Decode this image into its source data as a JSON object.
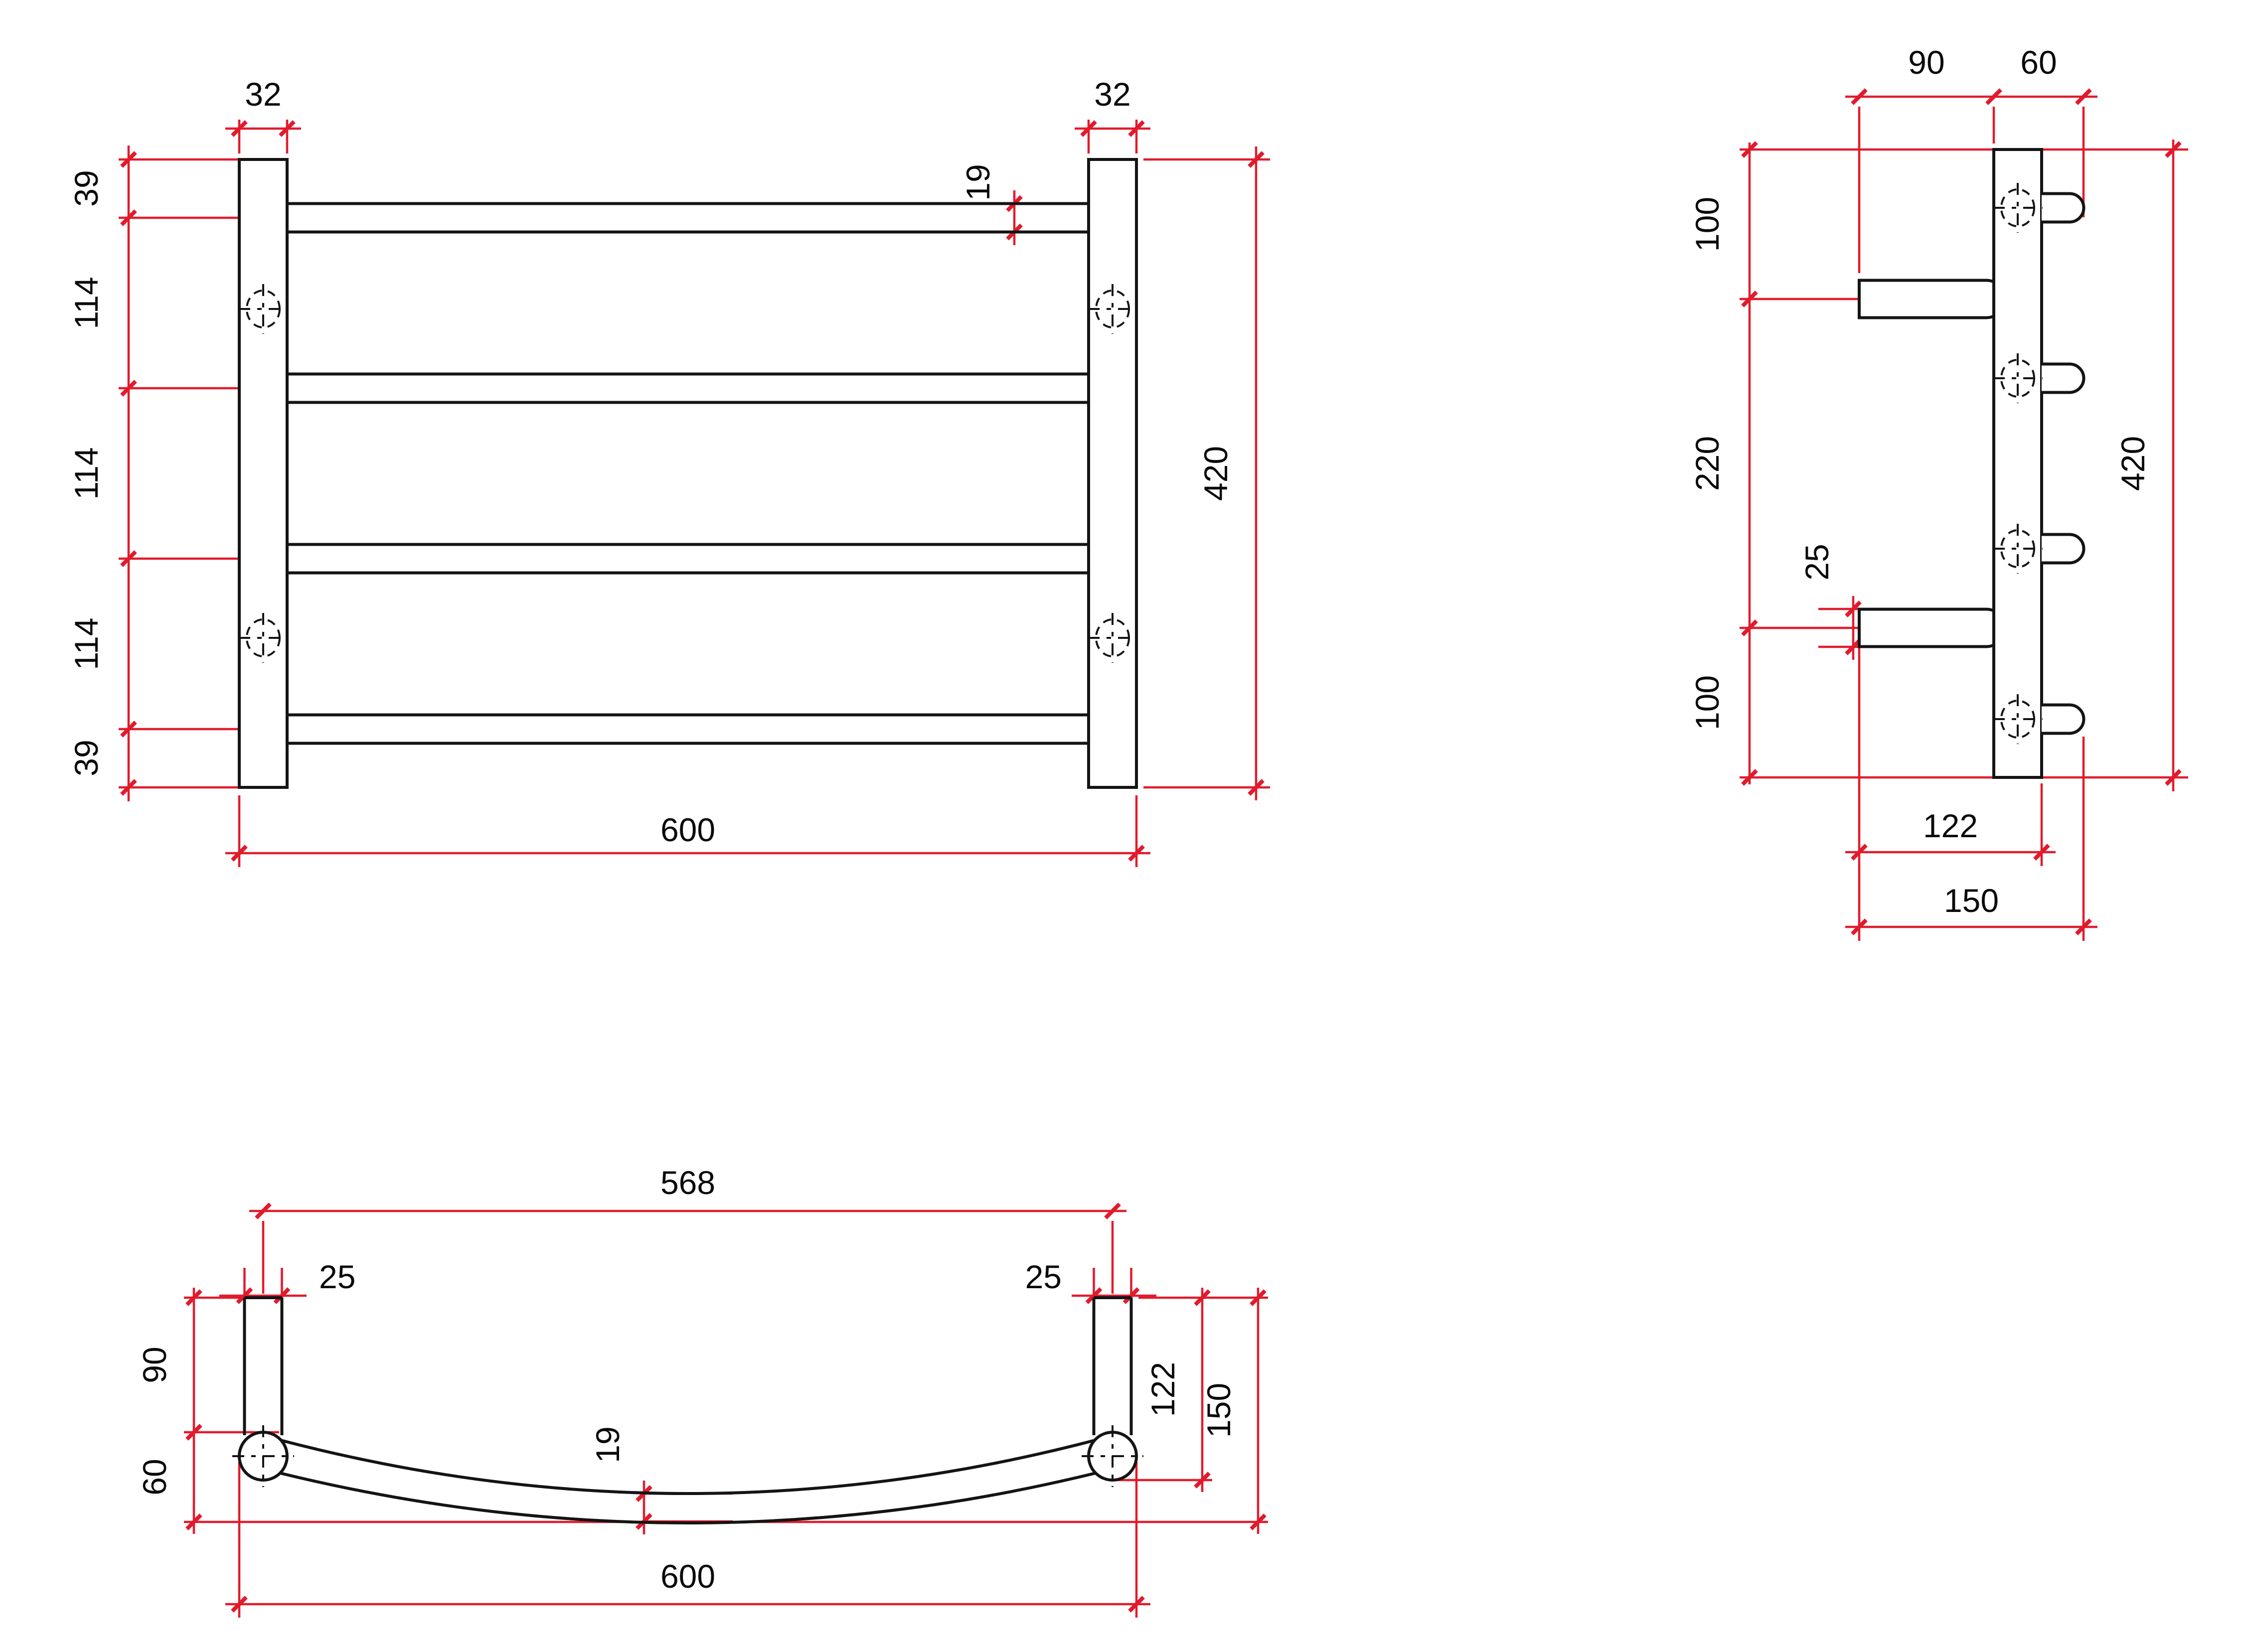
{
  "drawing": {
    "colors": {
      "dimension_red": "#e11b2c",
      "outline_black": "#141414",
      "text_black": "#0a0a0a",
      "background": "#ffffff"
    },
    "front_view": {
      "post_width_left": "32",
      "post_width_right": "32",
      "vertical_chain": [
        "39",
        "114",
        "114",
        "114",
        "39"
      ],
      "bar_diameter": "19",
      "overall_height": "420",
      "overall_width": "600"
    },
    "side_view": {
      "bracket_length": "90",
      "front_clearance": "60",
      "vertical_chain": [
        "100",
        "220",
        "100"
      ],
      "bracket_thickness": "25",
      "overall_height": "420",
      "wall_to_post_face": "122",
      "overall_depth": "150"
    },
    "bottom_view": {
      "post_centres": "568",
      "bracket_width_left": "25",
      "bracket_width_right": "25",
      "wall_to_post": "90",
      "post_zone_depth": "60",
      "bar_diameter": "19",
      "wall_to_post_face": "122",
      "overall_depth": "150",
      "overall_width": "600"
    }
  }
}
